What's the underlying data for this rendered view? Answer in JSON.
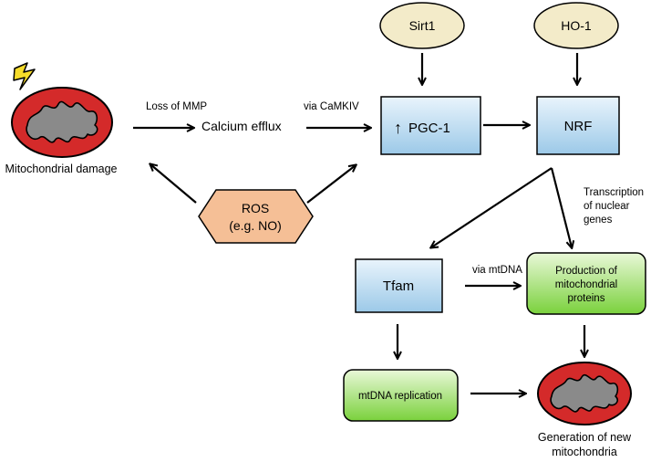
{
  "nodes": {
    "sirt1": "Sirt1",
    "ho1": "HO-1",
    "pgc1": "PGC-1",
    "pgc1_arrow": "↑",
    "nrf": "NRF",
    "tfam": "Tfam",
    "calcium": "Calcium efflux",
    "ros_line1": "ROS",
    "ros_line2": "(e.g. NO)",
    "production_line1": "Production of",
    "production_line2": "mitochondrial",
    "production_line3": "proteins",
    "mtdna_replication": "mtDNA replication",
    "mito_damage": "Mitochondrial damage",
    "generation_line1": "Generation of new",
    "generation_line2": "mitochondria"
  },
  "edge_labels": {
    "loss_mmp": "Loss of MMP",
    "via_camkiv": "via CaMKIV",
    "via_mtdna": "via mtDNA",
    "transcription_line1": "Transcription",
    "transcription_line2": "of nuclear",
    "transcription_line3": "genes"
  },
  "colors": {
    "blue_box_top": "#e9f4fc",
    "blue_box_bottom": "#9cc9e8",
    "green_box_top": "#e9f8d8",
    "green_box_bottom": "#7ad13c",
    "ellipse_fill": "#f3ebc9",
    "hexagon_fill": "#f5bf96",
    "mito_outer": "#d42a2a",
    "mito_inner": "#8a8a8a",
    "lightning": "#f6dc2a"
  },
  "icons": [
    "lightning-icon",
    "mitochondrion-icon"
  ]
}
